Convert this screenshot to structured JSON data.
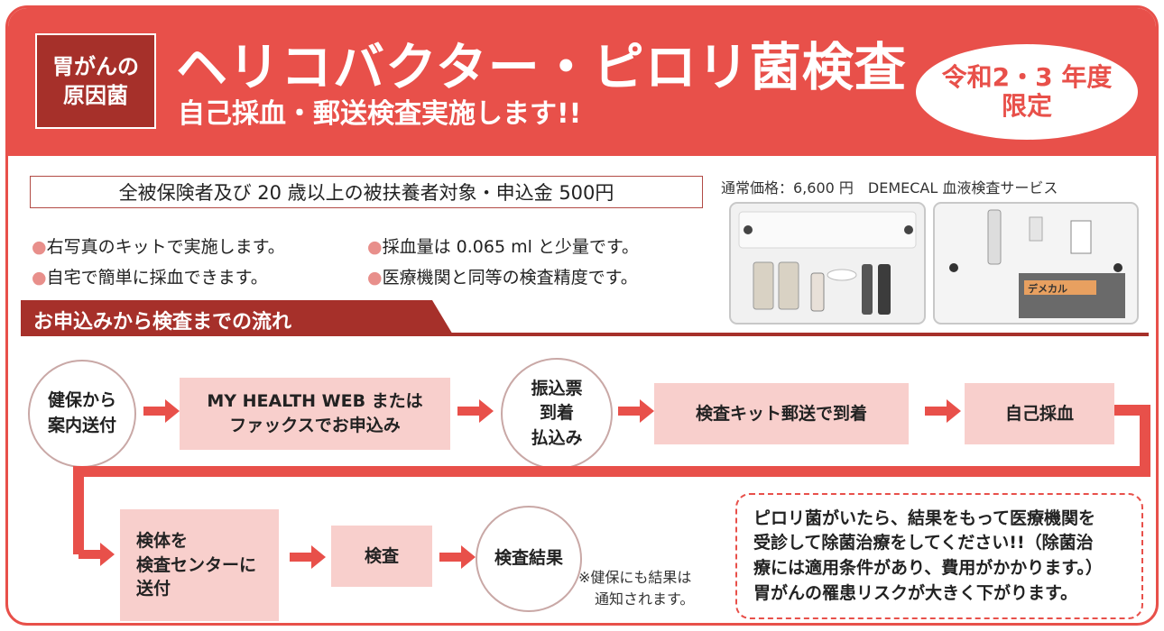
{
  "header": {
    "cause_line1": "胃がんの",
    "cause_line2": "原因菌",
    "title": "ヘリコバクター・ピロリ菌検査",
    "subtitle": "自己採血・郵送検査実施します!!",
    "badge_line1": "令和2・3 年度",
    "badge_line2": "限定"
  },
  "eligibility": "全被保険者及び 20 歳以上の被扶養者対象・申込金 500円",
  "features": [
    "右写真のキットで実施します。",
    "採血量は 0.065 ml と少量です。",
    "自宅で簡単に採血できます。",
    "医療機関と同等の検査精度です。"
  ],
  "bullet": "●",
  "kit": {
    "caption": "通常価格：6,600 円　DEMECAL 血液検査サービス",
    "label": "デメカル"
  },
  "flow": {
    "title": "お申込みから検査までの流れ",
    "steps": [
      {
        "line1": "健保から",
        "line2": "案内送付"
      },
      {
        "line1": "MY HEALTH WEB または",
        "line2": "ファックスでお申込み"
      },
      {
        "line1": "振込票",
        "line2": "到着",
        "line3": "払込み"
      },
      {
        "line1": "検査キット郵送で到着"
      },
      {
        "line1": "自己採血"
      },
      {
        "line1": "検体を",
        "line2": "検査センターに",
        "line3": "送付"
      },
      {
        "line1": "検査"
      },
      {
        "line1": "検査結果"
      }
    ],
    "note_line1": "※健保にも結果は",
    "note_line2": "通知されます。"
  },
  "notice": {
    "line1": "ピロリ菌がいたら、結果をもって医療機関を",
    "line2": "受診して除菌治療をしてください!!（除菌治",
    "line3": "療には適用条件があり、費用がかかります。）",
    "line4": "胃がんの罹患リスクが大きく下がります。"
  },
  "colors": {
    "accent": "#e8504a",
    "dark_red": "#a6302a",
    "step_fill": "#f8cfcc",
    "circle_border": "#c9a8a6"
  }
}
